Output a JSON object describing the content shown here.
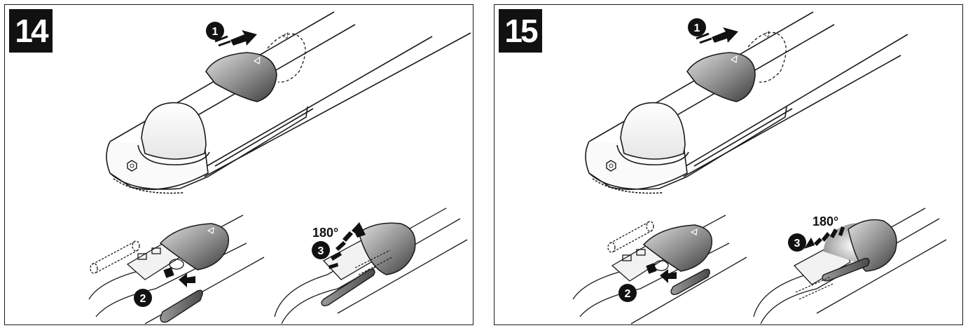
{
  "figures": [
    {
      "number": "14",
      "steps": {
        "one": "1",
        "two": "2",
        "three": "3"
      },
      "angle": "180°",
      "colors": {
        "line": "#1a1a1a",
        "knob_dark": "#555555",
        "knob_light": "#d8d8d8",
        "badge": "#111111"
      },
      "icons": [
        "arrow-right-icon",
        "arrow-left-icon",
        "rotate-arrow-icon",
        "hex-bolt-icon"
      ]
    },
    {
      "number": "15",
      "steps": {
        "one": "1",
        "two": "2",
        "three": "3"
      },
      "angle": "180°",
      "colors": {
        "line": "#1a1a1a",
        "knob_dark": "#555555",
        "knob_light": "#d8d8d8",
        "badge": "#111111"
      },
      "icons": [
        "arrow-right-icon",
        "arrow-left-icon",
        "rotate-arrow-icon",
        "hex-bolt-icon"
      ]
    }
  ]
}
